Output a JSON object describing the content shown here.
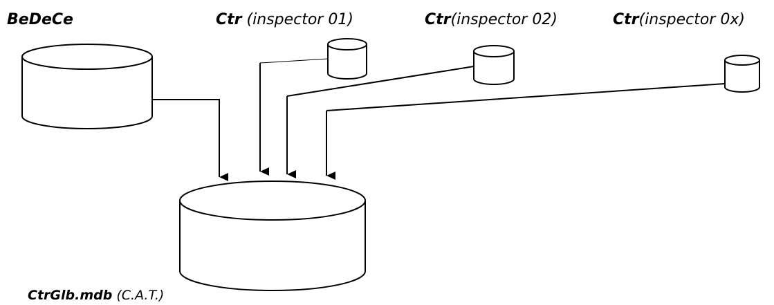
{
  "labels": {
    "bedece": {
      "bold": "BeDeCe",
      "rest": ""
    },
    "inspector01": {
      "bold": "Ctr",
      "rest": " (inspector 01)"
    },
    "inspector02": {
      "bold": "Ctr",
      "rest": "(inspector 02)"
    },
    "inspector0x": {
      "bold": "Ctr",
      "rest": "(inspector 0x)"
    },
    "central": {
      "bold": "CtrGlb.mdb",
      "rest": " (C.A.T.)"
    }
  },
  "colors": {
    "stroke": "#000000",
    "fill": "#ffffff"
  }
}
